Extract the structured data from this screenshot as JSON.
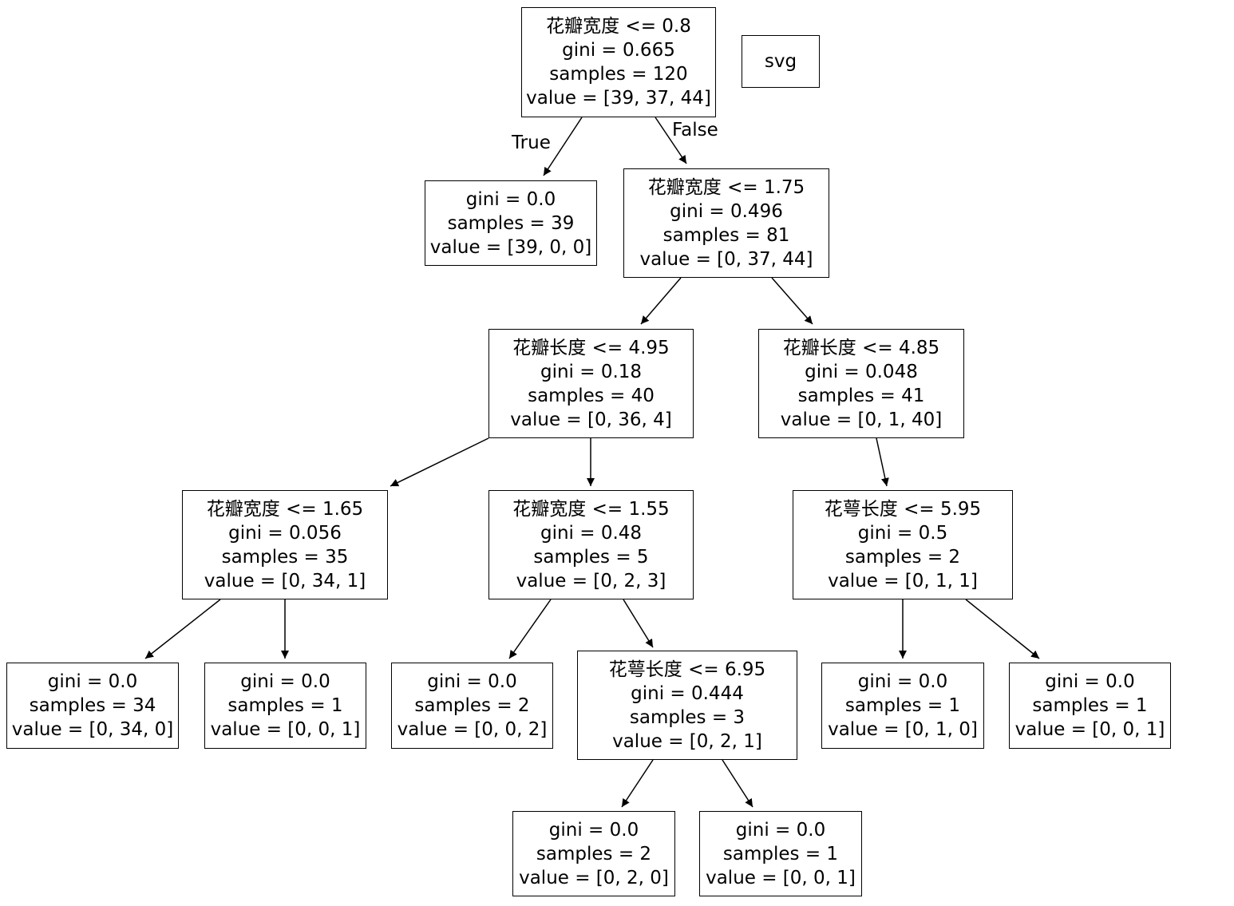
{
  "caption_top": "",
  "badge": "svg",
  "edge_labels": {
    "true_label": "True",
    "false_label": "False"
  },
  "nodes": {
    "n0": {
      "split": "花瓣宽度 <= 0.8",
      "gini": "gini = 0.665",
      "samples": "samples = 120",
      "value": "value = [39, 37, 44]"
    },
    "n1": {
      "gini": "gini = 0.0",
      "samples": "samples = 39",
      "value": "value = [39, 0, 0]"
    },
    "n2": {
      "split": "花瓣宽度 <= 1.75",
      "gini": "gini = 0.496",
      "samples": "samples = 81",
      "value": "value = [0, 37, 44]"
    },
    "n3": {
      "split": "花瓣长度 <= 4.95",
      "gini": "gini = 0.18",
      "samples": "samples = 40",
      "value": "value = [0, 36, 4]"
    },
    "n4": {
      "split": "花瓣长度 <= 4.85",
      "gini": "gini = 0.048",
      "samples": "samples = 41",
      "value": "value = [0, 1, 40]"
    },
    "n5": {
      "split": "花瓣宽度 <= 1.65",
      "gini": "gini = 0.056",
      "samples": "samples = 35",
      "value": "value = [0, 34, 1]"
    },
    "n6": {
      "split": "花瓣宽度 <= 1.55",
      "gini": "gini = 0.48",
      "samples": "samples = 5",
      "value": "value = [0, 2, 3]"
    },
    "n7": {
      "split": "花萼长度 <= 5.95",
      "gini": "gini = 0.5",
      "samples": "samples = 2",
      "value": "value = [0, 1, 1]"
    },
    "n8": {
      "gini": "gini = 0.0",
      "samples": "samples = 34",
      "value": "value = [0, 34, 0]"
    },
    "n9": {
      "gini": "gini = 0.0",
      "samples": "samples = 1",
      "value": "value = [0, 0, 1]"
    },
    "n10": {
      "gini": "gini = 0.0",
      "samples": "samples = 2",
      "value": "value = [0, 0, 2]"
    },
    "n11": {
      "split": "花萼长度 <= 6.95",
      "gini": "gini = 0.444",
      "samples": "samples = 3",
      "value": "value = [0, 2, 1]"
    },
    "n12": {
      "gini": "gini = 0.0",
      "samples": "samples = 1",
      "value": "value = [0, 1, 0]"
    },
    "n13": {
      "gini": "gini = 0.0",
      "samples": "samples = 1",
      "value": "value = [0, 0, 1]"
    },
    "n14": {
      "gini": "gini = 0.0",
      "samples": "samples = 2",
      "value": "value = [0, 2, 0]"
    },
    "n15": {
      "gini": "gini = 0.0",
      "samples": "samples = 1",
      "value": "value = [0, 0, 1]"
    }
  }
}
